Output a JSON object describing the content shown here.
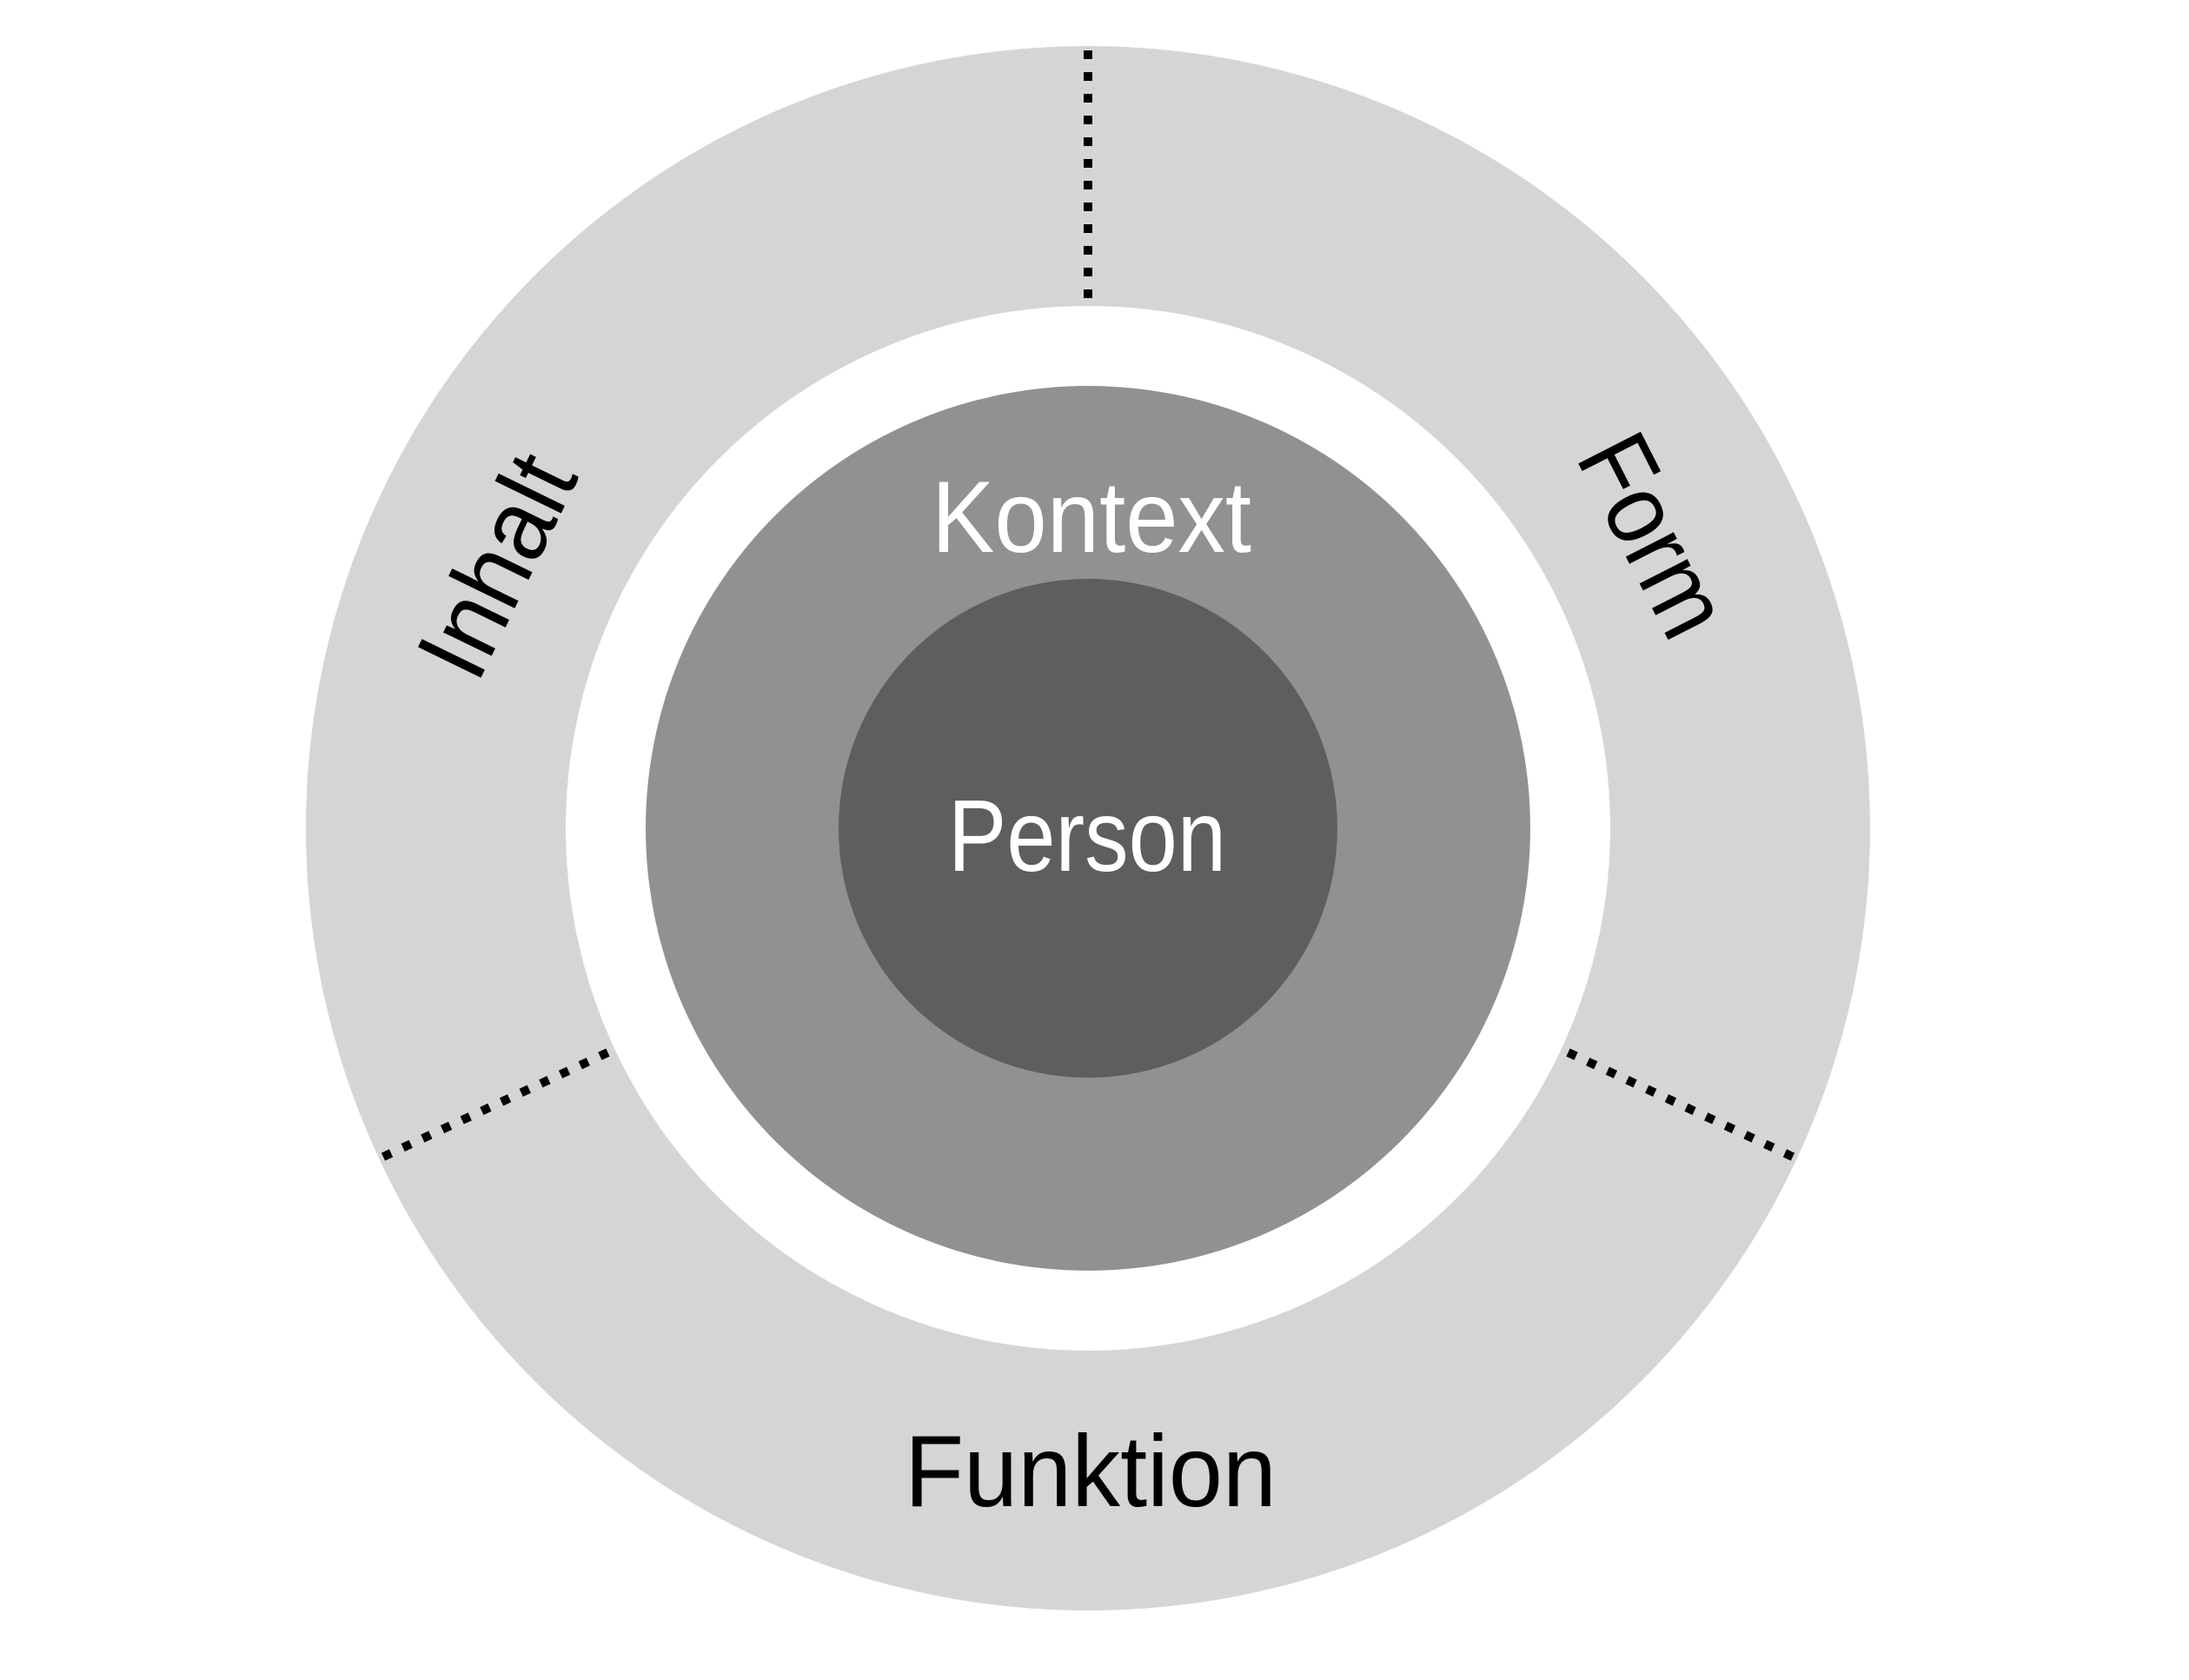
{
  "diagram": {
    "title_none_visible": "",
    "inner_circle": {
      "label": "Person"
    },
    "middle_circle": {
      "label": "Kontext"
    },
    "outer_ring": {
      "sector_labels": {
        "upper_left": "Inhalt",
        "upper_right": "Form",
        "bottom": "Funktion"
      }
    },
    "colors": {
      "background": "#ffffff",
      "outer_ring": "#d5d5d5",
      "middle_circle": "#919191",
      "inner_circle": "#5e5e5e",
      "divider_dots": "#000000",
      "ring_label_text": "#000000",
      "inner_label_text": "#ffffff"
    }
  }
}
